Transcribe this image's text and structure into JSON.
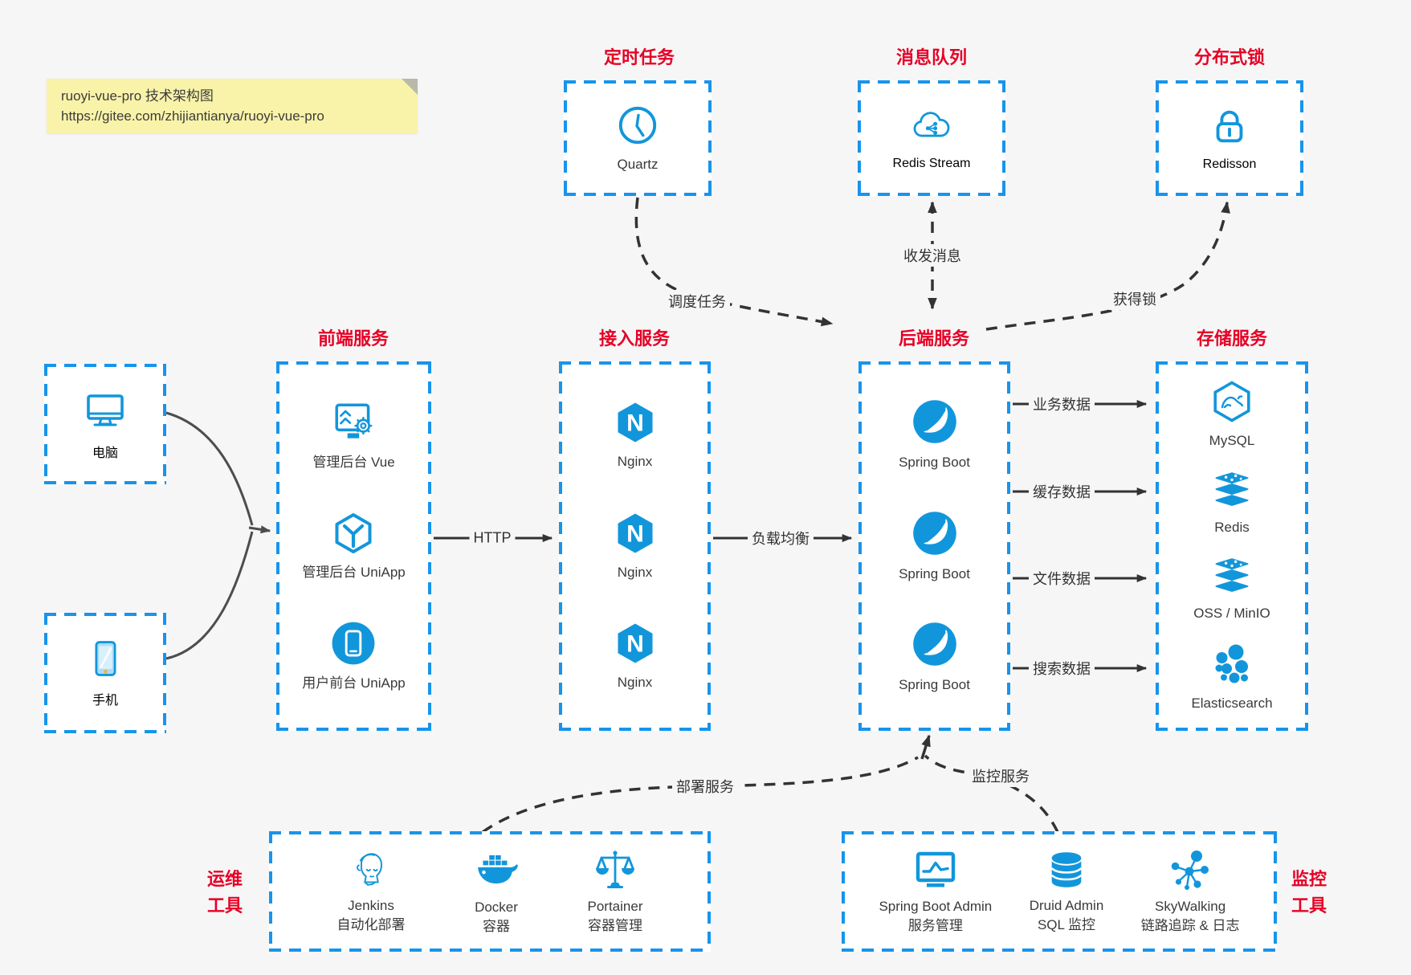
{
  "note": {
    "line1": "ruoyi-vue-pro 技术架构图",
    "line2": "https://gitee.com/zhijiantianya/ruoyi-vue-pro"
  },
  "top_groups": [
    {
      "title": "定时任务",
      "label": "Quartz",
      "icon": "clock-icon"
    },
    {
      "title": "消息队列",
      "label": "Redis Stream",
      "icon": "cloud-message-icon"
    },
    {
      "title": "分布式锁",
      "label": "Redisson",
      "icon": "lock-icon"
    }
  ],
  "clients": [
    {
      "label": "电脑",
      "icon": "desktop-icon"
    },
    {
      "label": "手机",
      "icon": "smartphone-icon"
    }
  ],
  "frontend": {
    "title": "前端服务",
    "items": [
      {
        "label": "管理后台 Vue",
        "icon": "admin-vue-icon"
      },
      {
        "label": "管理后台 UniApp",
        "icon": "uniapp-cube-icon"
      },
      {
        "label": "用户前台 UniApp",
        "icon": "user-app-icon"
      }
    ]
  },
  "gateway": {
    "title": "接入服务",
    "items": [
      {
        "label": "Nginx",
        "icon": "nginx-icon"
      },
      {
        "label": "Nginx",
        "icon": "nginx-icon"
      },
      {
        "label": "Nginx",
        "icon": "nginx-icon"
      }
    ]
  },
  "backend": {
    "title": "后端服务",
    "items": [
      {
        "label": "Spring Boot",
        "icon": "spring-boot-icon"
      },
      {
        "label": "Spring Boot",
        "icon": "spring-boot-icon"
      },
      {
        "label": "Spring Boot",
        "icon": "spring-boot-icon"
      }
    ]
  },
  "storage": {
    "title": "存储服务",
    "items": [
      {
        "label": "MySQL",
        "icon": "mysql-icon"
      },
      {
        "label": "Redis",
        "icon": "redis-icon"
      },
      {
        "label": "OSS / MinIO",
        "icon": "oss-minio-icon"
      },
      {
        "label": "Elasticsearch",
        "icon": "elasticsearch-icon"
      }
    ]
  },
  "ops": {
    "title_top": "运维",
    "title_bottom": "工具",
    "items": [
      {
        "label": "Jenkins",
        "sublabel": "自动化部署",
        "icon": "jenkins-icon"
      },
      {
        "label": "Docker",
        "sublabel": "容器",
        "icon": "docker-icon"
      },
      {
        "label": "Portainer",
        "sublabel": "容器管理",
        "icon": "portainer-icon"
      }
    ]
  },
  "monitoring": {
    "title_top": "监控",
    "title_bottom": "工具",
    "items": [
      {
        "label": "Spring Boot Admin",
        "sublabel": "服务管理",
        "icon": "spring-boot-admin-icon"
      },
      {
        "label": "Druid Admin",
        "sublabel": "SQL 监控",
        "icon": "druid-database-icon"
      },
      {
        "label": "SkyWalking",
        "sublabel": "链路追踪 & 日志",
        "icon": "skywalking-icon"
      }
    ]
  },
  "edges": {
    "http": "HTTP",
    "load_balance": "负载均衡",
    "schedule": "调度任务",
    "message": "收发消息",
    "lock": "获得锁",
    "data": [
      "业务数据",
      "缓存数据",
      "文件数据",
      "搜索数据"
    ],
    "deploy": "部署服务",
    "monitor": "监控服务"
  },
  "colors": {
    "border_blue": "#1794ec",
    "icon_blue": "#1296db",
    "title_red": "#e60026",
    "line_dark": "#333333",
    "canvas_bg": "#f6f6f6",
    "note_bg": "#f9f3a9"
  }
}
